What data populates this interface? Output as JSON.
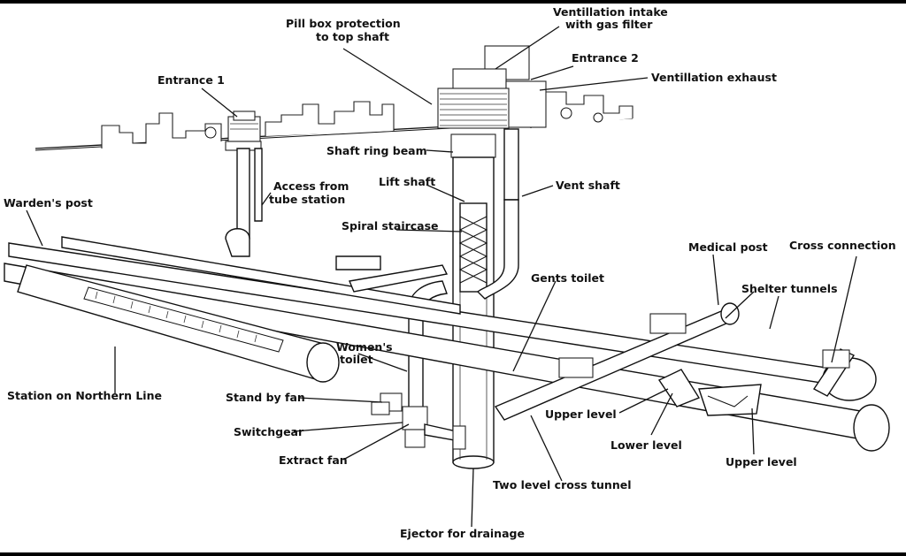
{
  "labels": {
    "ventilation_intake": [
      "Ventillation intake",
      "with gas filter"
    ],
    "pill_box": [
      "Pill box protection",
      "to top shaft"
    ],
    "entrance_2": "Entrance 2",
    "entrance_1": "Entrance 1",
    "ventilation_exhaust": "Ventillation exhaust",
    "shaft_ring_beam": "Shaft ring beam",
    "access_from_tube": [
      "Access from",
      "tube station"
    ],
    "lift_shaft": "Lift shaft",
    "vent_shaft": "Vent shaft",
    "wardens_post": "Warden's post",
    "spiral_staircase": "Spiral staircase",
    "medical_post": "Medical post",
    "cross_connection": "Cross connection",
    "gents_toilet": "Gents toilet",
    "shelter_tunnels": "Shelter tunnels",
    "womens_toilet": [
      "Women's",
      "toilet"
    ],
    "station_northern_line": "Station on Northern Line",
    "stand_by_fan": "Stand by fan",
    "switchgear": "Switchgear",
    "extract_fan": "Extract fan",
    "upper_level_1": "Upper level",
    "lower_level": "Lower level",
    "upper_level_2": "Upper level",
    "two_level_cross_tunnel": "Two level cross tunnel",
    "ejector_for_drainage": "Ejector for drainage"
  }
}
